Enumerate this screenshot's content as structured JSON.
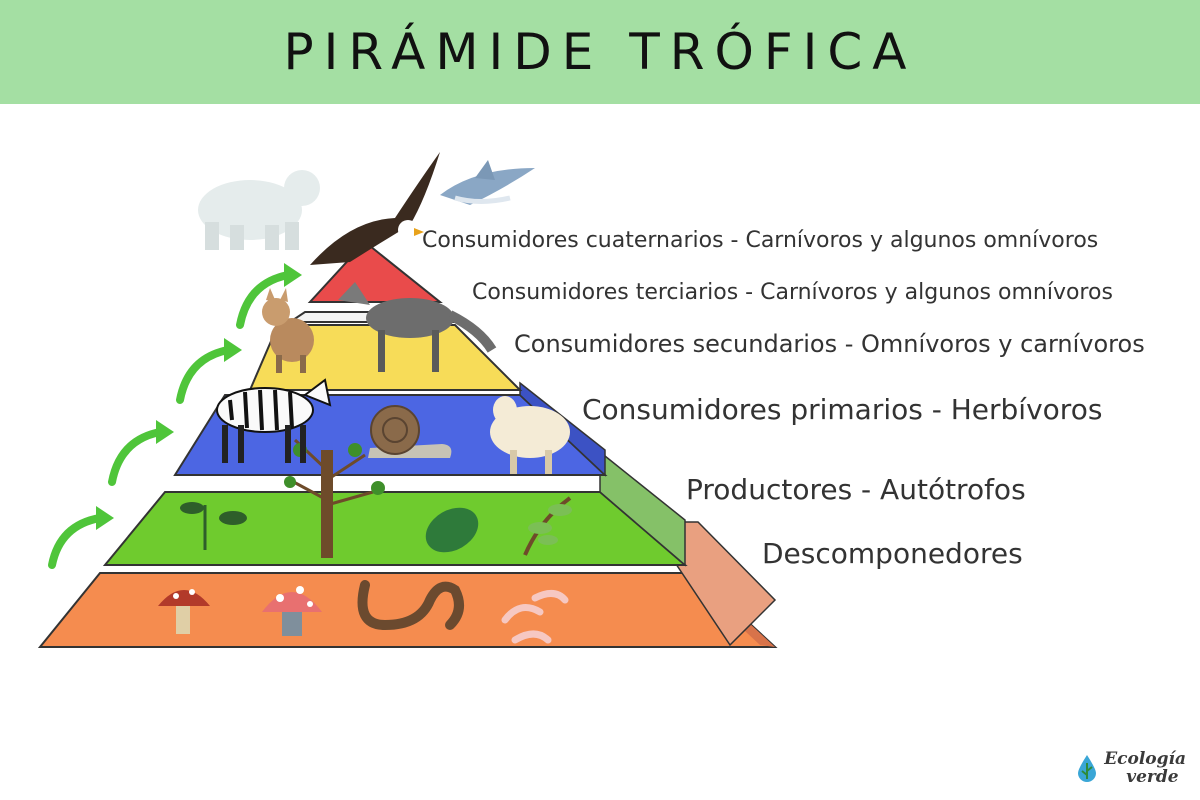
{
  "title": "PIRÁMIDE TRÓFICA",
  "levels": [
    {
      "id": "cuaternarios",
      "label": "Consumidores cuaternarios -  Carnívoros y algunos omnívoros",
      "color": "#e94b4b"
    },
    {
      "id": "terciarios",
      "label": "Consumidores terciarios -  Carnívoros y algunos omnívoros",
      "color": "#f4f4f4"
    },
    {
      "id": "secundarios",
      "label": "Consumidores secundarios - Omnívoros y carnívoros",
      "color": "#f7dc58"
    },
    {
      "id": "primarios",
      "label": "Consumidores primarios - Herbívoros",
      "color": "#4c66e3"
    },
    {
      "id": "productores",
      "label": "Productores - Autótrofos",
      "color": "#6fcb2e"
    },
    {
      "id": "descomponedores",
      "label": "Descomponedores",
      "color": "#f58c4f"
    }
  ],
  "logo": {
    "line1": "Ecología",
    "line2": "verde"
  },
  "icons": [
    "polar-bear",
    "eagle",
    "shark",
    "fox",
    "wolf",
    "zebra",
    "snail",
    "sheep",
    "tree",
    "leaf",
    "plant",
    "mushroom",
    "worm",
    "bacteria",
    "green-arrow"
  ]
}
